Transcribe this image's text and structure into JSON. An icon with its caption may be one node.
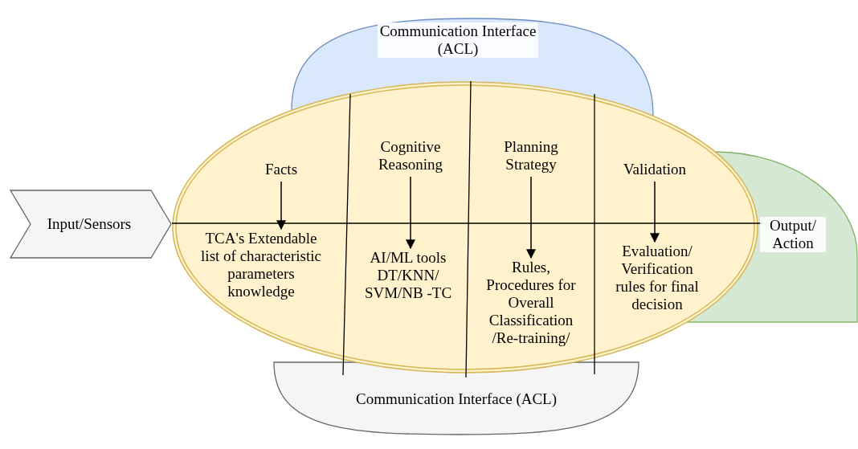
{
  "diagram": {
    "nodes": [
      {
        "text": [
          "Communication Interface (ACL)"
        ]
      },
      {
        "text": [],
        "shape": "ellipse"
      },
      {
        "text": [
          "Input/Sensors"
        ]
      },
      {
        "text": [
          "Output/ Action"
        ]
      },
      {
        "text": [
          "Communication Interface (ACL)"
        ]
      },
      {
        "text": [
          "Facts"
        ],
        "in": 1
      },
      {
        "text": [
          "TCA's Extendable list of characteristic parameters knowledge"
        ],
        "in": 1
      },
      {
        "text": [
          "Cognitive Reasoning"
        ],
        "in": 1
      },
      {
        "text": [
          "AI/ML tools DT/KNN/ SVM/NB -TC"
        ],
        "in": 1
      },
      {
        "text": [
          "Planning Strategy"
        ],
        "in": 1
      },
      {
        "text": [
          "Rules, Procedures for Overall Classification /Re-training/"
        ],
        "in": 1
      },
      {
        "text": [
          "Validation"
        ],
        "in": 1
      },
      {
        "text": [
          "Evaluation/ Verification rules for final decision"
        ],
        "in": 1
      }
    ],
    "edges": [
      {
        "from": 2,
        "to": 3,
        "arrow": "none"
      },
      {
        "from": 5,
        "to": 6,
        "arrow": "to"
      },
      {
        "from": 7,
        "to": 8,
        "arrow": "to"
      },
      {
        "from": 9,
        "to": 10,
        "arrow": "to"
      },
      {
        "from": 11,
        "to": 12,
        "arrow": "to"
      }
    ]
  }
}
